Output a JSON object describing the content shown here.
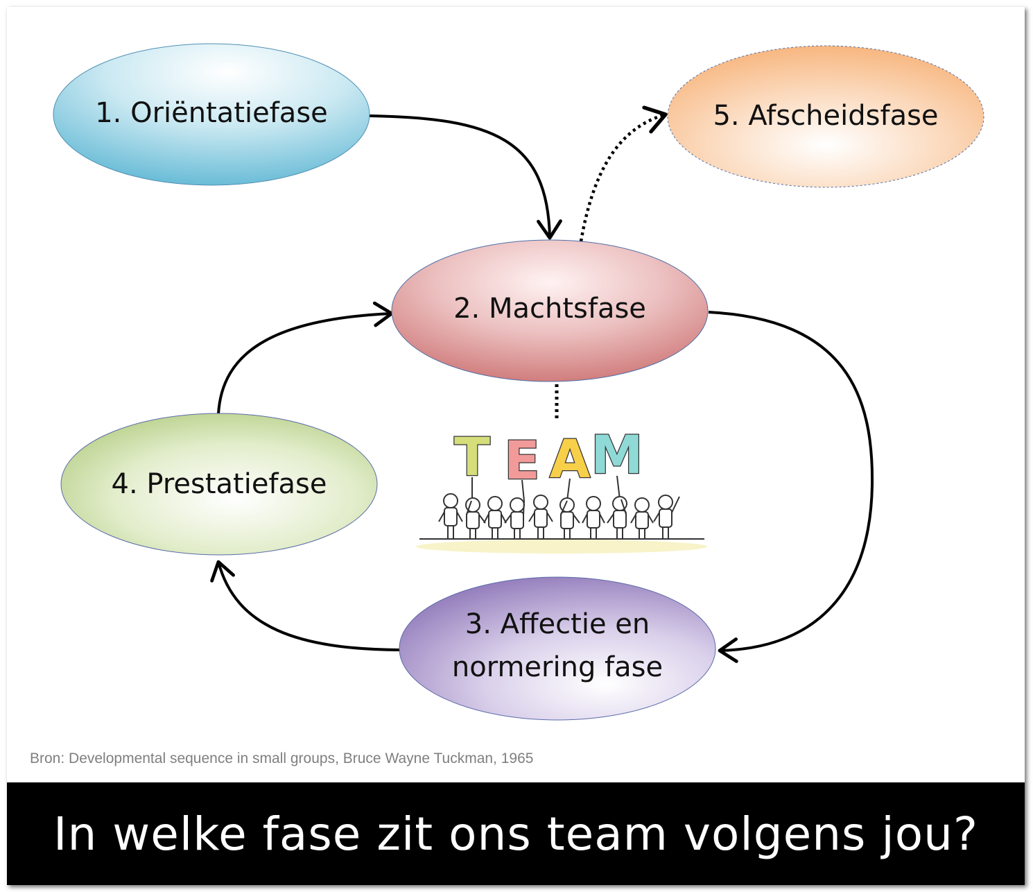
{
  "phases": [
    {
      "id": 1,
      "label": "1. Oriëntatiefase"
    },
    {
      "id": 2,
      "label": "2. Machtsfase"
    },
    {
      "id": 3,
      "label_line1": "3. Affectie en",
      "label_line2": "normering fase"
    },
    {
      "id": 4,
      "label": "4. Prestatiefase"
    },
    {
      "id": 5,
      "label": "5. Afscheidsfase"
    }
  ],
  "team_illustration": {
    "letters": [
      "T",
      "E",
      "A",
      "M"
    ],
    "colors": [
      "#d6de7c",
      "#f29a9a",
      "#f7cf49",
      "#8fd9d6"
    ]
  },
  "source_note": "Bron: Developmental sequence in small groups, Bruce Wayne Tuckman, 1965",
  "question": "In welke fase zit ons team volgens jou?",
  "colors": {
    "phase1": "#5fb7d4",
    "phase2": "#c96a6a",
    "phase3": "#8b73b6",
    "phase4": "#9cbc5d",
    "phase5": "#f6a663",
    "bar": "#000000"
  }
}
